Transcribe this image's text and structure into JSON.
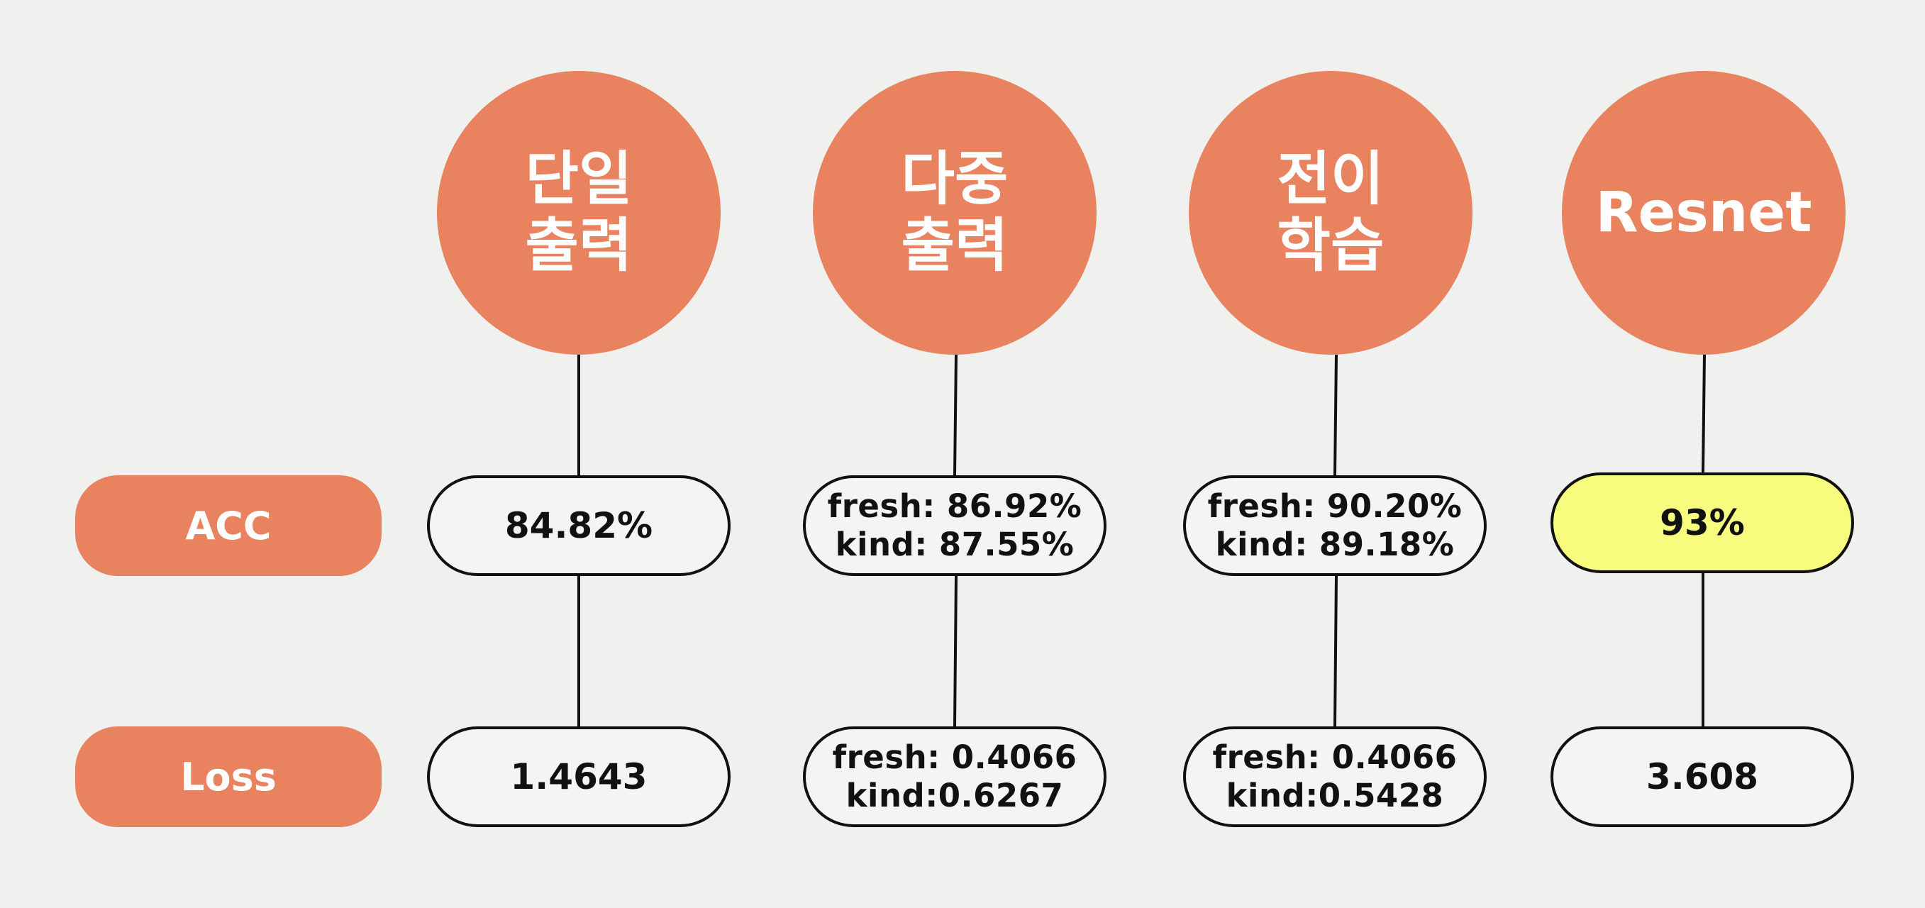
{
  "colors": {
    "background": "#f0f0ee",
    "accent": "#e9825e",
    "pill_fill": "#f4f4f2",
    "highlight_fill": "#f7fc7e",
    "outline": "#111111"
  },
  "row_labels": {
    "acc": "ACC",
    "loss": "Loss"
  },
  "models": [
    {
      "title_lines": [
        "단일",
        "출력"
      ],
      "acc": [
        "84.82%"
      ],
      "loss": [
        "1.4643"
      ]
    },
    {
      "title_lines": [
        "다중",
        "출력"
      ],
      "acc": [
        "fresh: 86.92%",
        "kind: 87.55%"
      ],
      "loss": [
        "fresh: 0.4066",
        "kind:0.6267"
      ]
    },
    {
      "title_lines": [
        "전이",
        "학습"
      ],
      "acc": [
        "fresh: 90.20%",
        "kind: 89.18%"
      ],
      "loss": [
        "fresh: 0.4066",
        "kind:0.5428"
      ]
    },
    {
      "title_lines": [
        "Resnet"
      ],
      "acc": [
        "93%"
      ],
      "loss": [
        "3.608"
      ],
      "acc_highlighted": true
    }
  ]
}
